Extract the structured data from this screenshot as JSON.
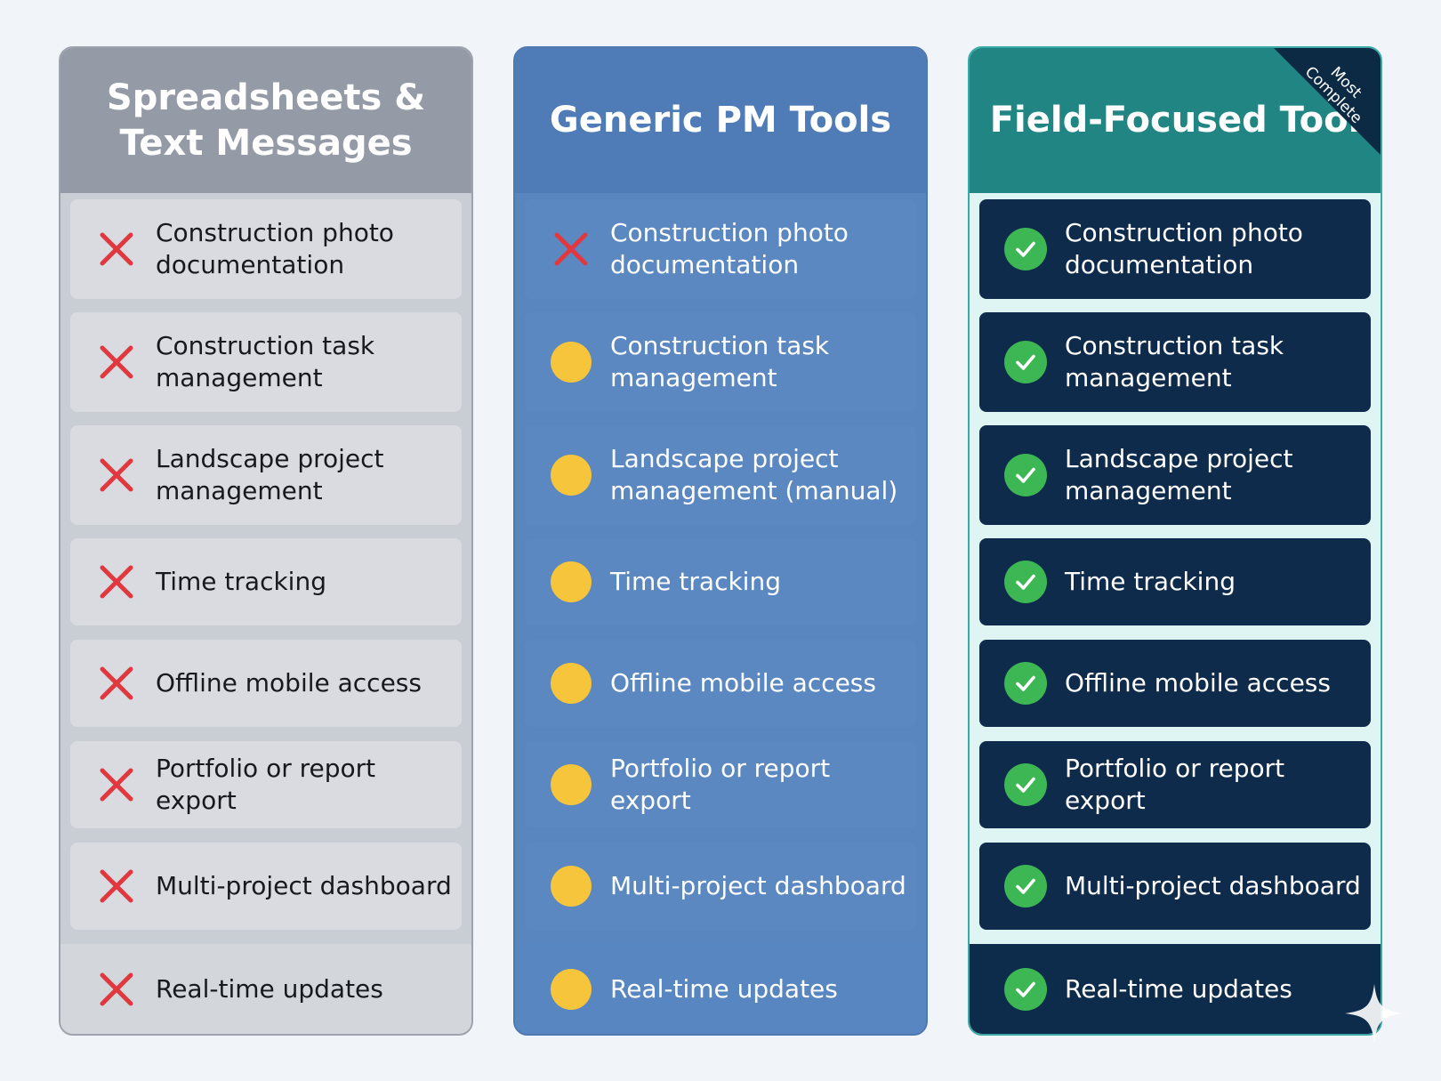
{
  "columns": [
    {
      "id": "spreadsheets",
      "title_line1": "Spreadsheets &",
      "title_line2": "Text Messages",
      "status_icon": "x-icon",
      "items": [
        {
          "line1": "Construction photo",
          "line2": "documentation"
        },
        {
          "line1": "Construction task",
          "line2": "management"
        },
        {
          "line1": "Landscape project",
          "line2": "management"
        },
        {
          "line1": "Time tracking",
          "line2": ""
        },
        {
          "line1": "Offline mobile access",
          "line2": ""
        },
        {
          "line1": "Portfolio or report export",
          "line2": ""
        },
        {
          "line1": "Multi-project dashboard",
          "line2": ""
        },
        {
          "line1": "Real-time updates",
          "line2": ""
        }
      ]
    },
    {
      "id": "generic-pm",
      "title_line1": "Generic PM Tools",
      "status_icon": "partial-dot-icon",
      "items": [
        {
          "line1": "Construction photo",
          "line2": "documentation",
          "icon": "x-icon"
        },
        {
          "line1": "Construction task",
          "line2": "management"
        },
        {
          "line1": "Landscape project",
          "line2": "management (manual)"
        },
        {
          "line1": "Time tracking",
          "line2": ""
        },
        {
          "line1": "Offline mobile access",
          "line2": ""
        },
        {
          "line1": "Portfolio or report export",
          "line2": ""
        },
        {
          "line1": "Multi-project dashboard",
          "line2": ""
        },
        {
          "line1": "Real-time updates",
          "line2": ""
        }
      ]
    },
    {
      "id": "field-focused",
      "title_line1": "Field-Focused Tool",
      "badge_line1": "Most",
      "badge_line2": "Complete",
      "status_icon": "check-icon",
      "items": [
        {
          "line1": "Construction photo",
          "line2": "documentation"
        },
        {
          "line1": "Construction task",
          "line2": "management"
        },
        {
          "line1": "Landscape project",
          "line2": "management"
        },
        {
          "line1": "Time tracking",
          "line2": ""
        },
        {
          "line1": "Offline mobile access",
          "line2": ""
        },
        {
          "line1": "Portfolio or report export",
          "line2": ""
        },
        {
          "line1": "Multi-project dashboard",
          "line2": ""
        },
        {
          "line1": "Real-time updates",
          "line2": ""
        }
      ]
    }
  ],
  "colors": {
    "background": "#f1f4f9",
    "spreadsheets_header": "#949ba6",
    "generic_header": "#4f7cb7",
    "field_header": "#218583",
    "field_item": "#0e2b4b",
    "x_red": "#e0383e",
    "dot_yellow": "#f6c53b",
    "check_green": "#3cb754"
  }
}
